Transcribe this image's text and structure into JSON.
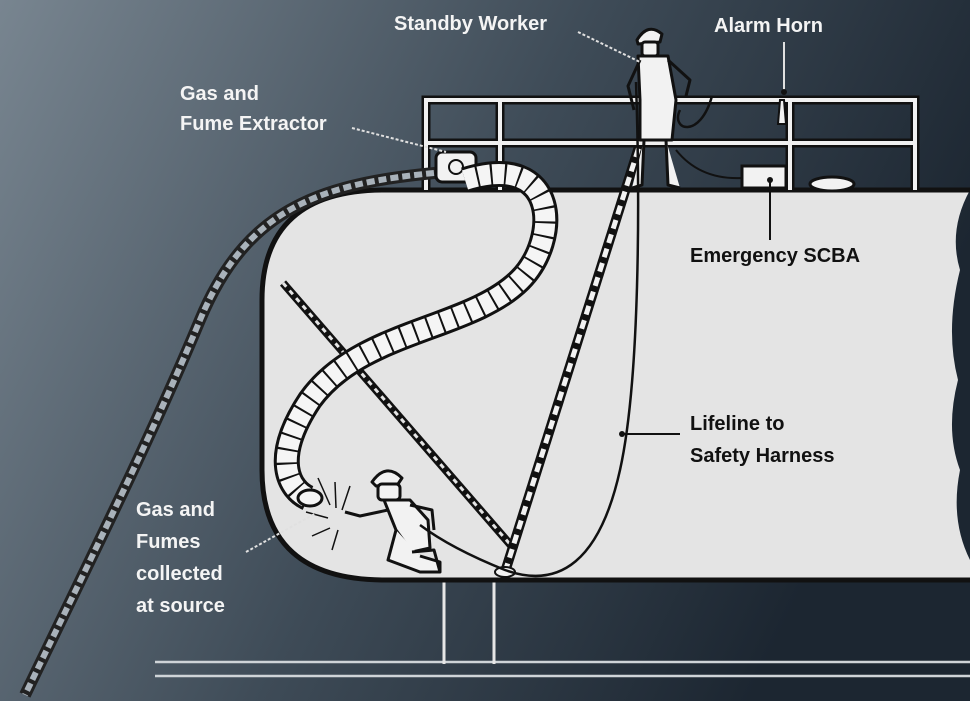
{
  "diagram": {
    "labels": {
      "standby_worker": "Standby Worker",
      "alarm_horn": "Alarm Horn",
      "gas_extractor_line1": "Gas and",
      "gas_extractor_line2": "Fume Extractor",
      "emergency_scba": "Emergency SCBA",
      "lifeline_line1": "Lifeline to",
      "lifeline_line2": "Safety Harness",
      "gas_fumes_line1": "Gas and",
      "gas_fumes_line2": "Fumes",
      "gas_fumes_line3": "collected",
      "gas_fumes_line4": "at source"
    },
    "colors": {
      "background_left": "#6f7c87",
      "background_right": "#1f2a35",
      "tank_fill": "#e4e4e4",
      "line": "#111111",
      "label_text_light": "#f4f4f4",
      "label_text_dark": "#111111"
    }
  }
}
